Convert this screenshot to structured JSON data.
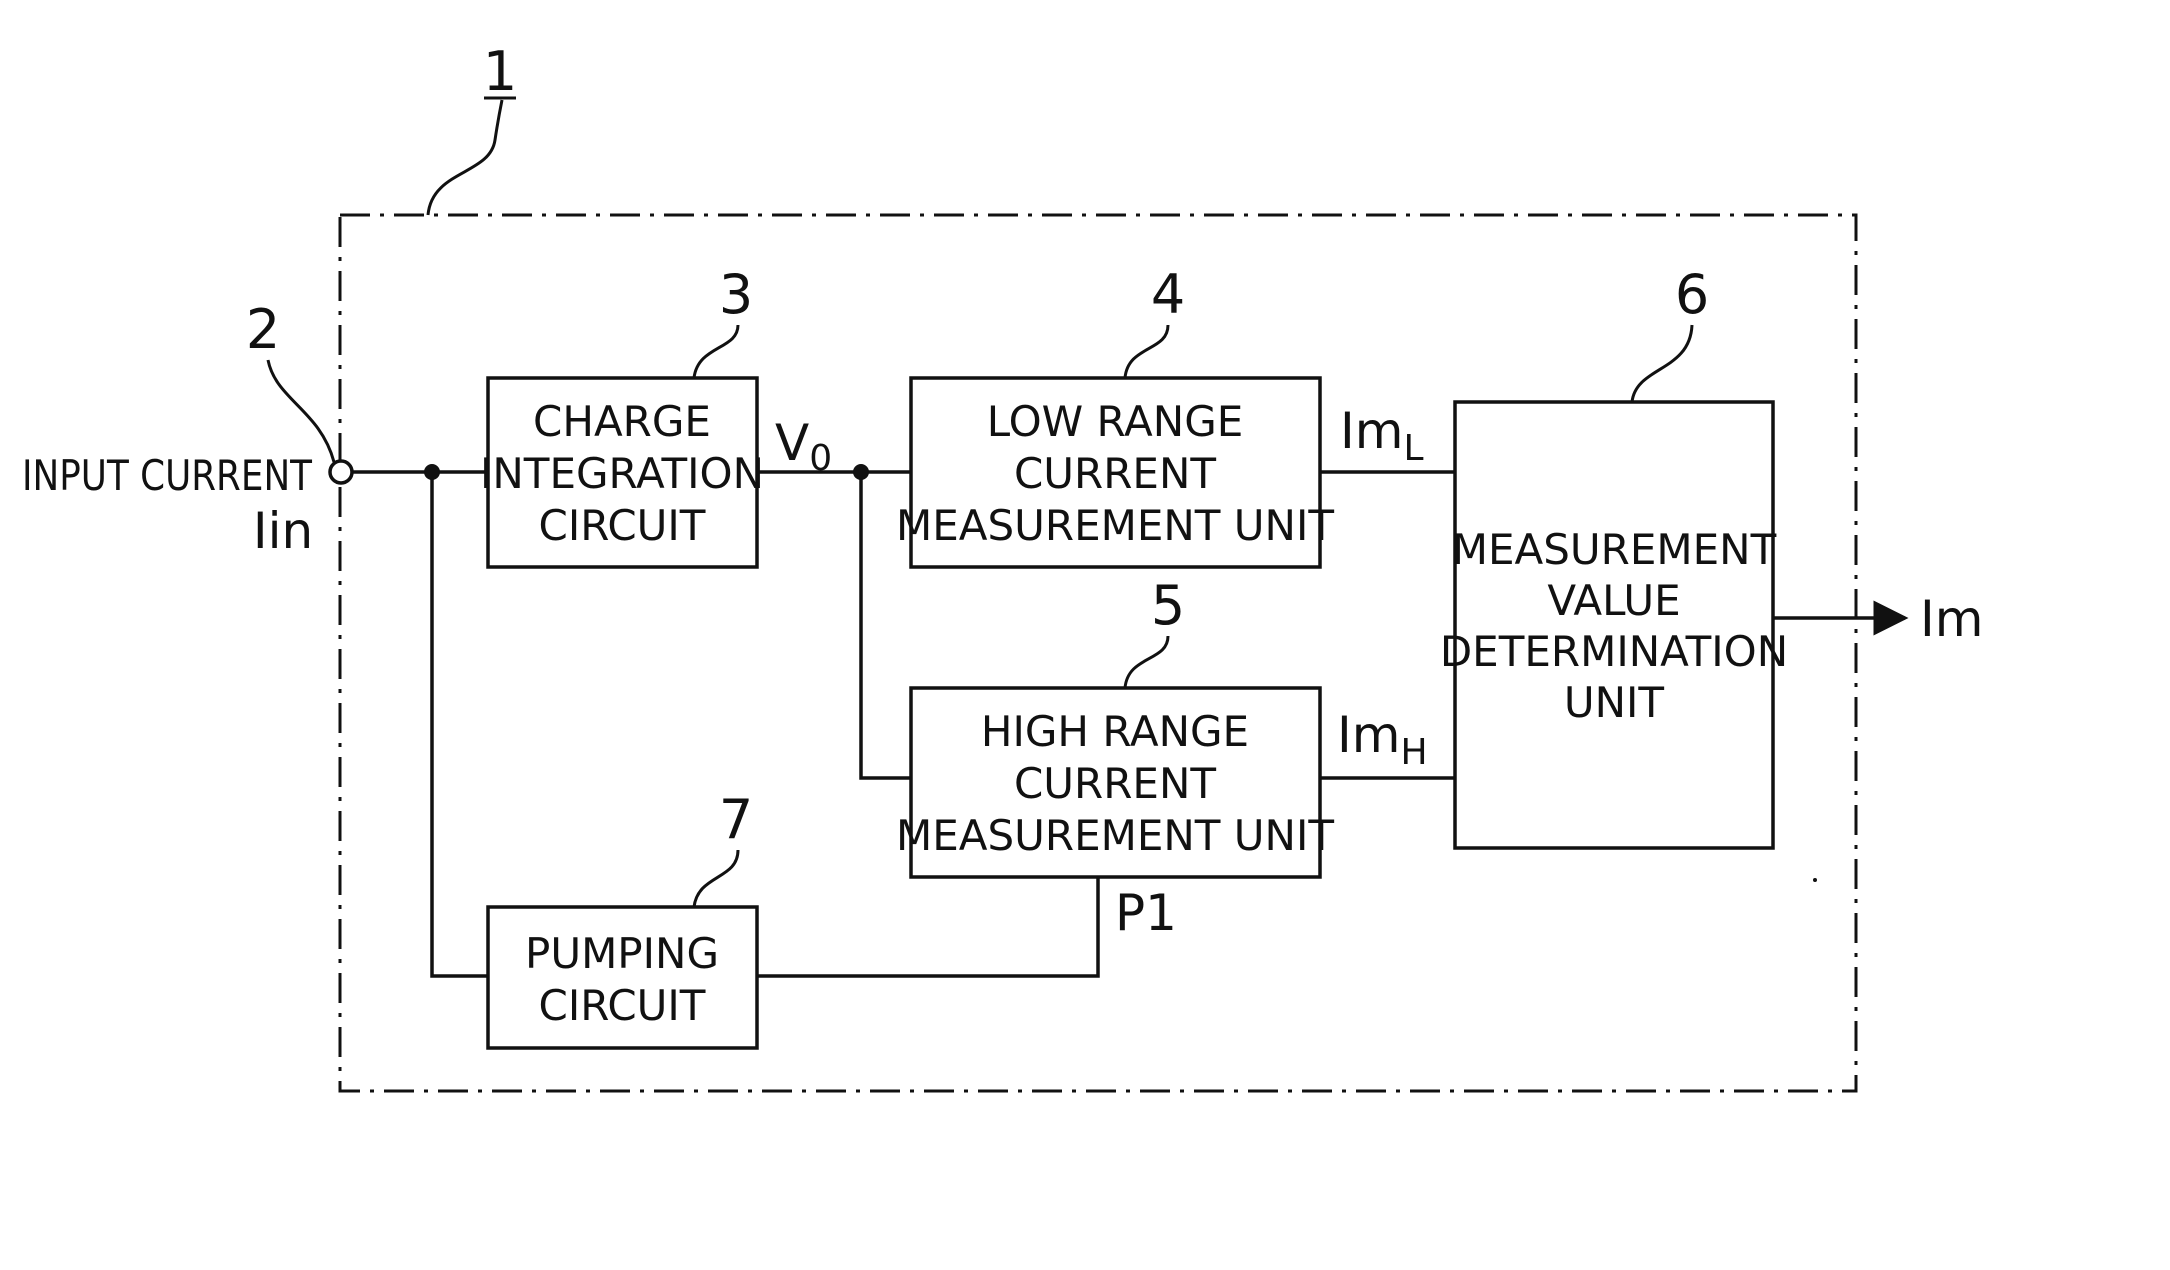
{
  "diagram": {
    "refs": {
      "device": "1",
      "input_terminal": "2",
      "charge_integration": "3",
      "low_range": "4",
      "high_range": "5",
      "determination": "6",
      "pumping": "7"
    },
    "blocks": {
      "charge_integration": [
        "CHARGE",
        "INTEGRATION",
        "CIRCUIT"
      ],
      "low_range": [
        "LOW RANGE",
        "CURRENT",
        "MEASUREMENT UNIT"
      ],
      "high_range": [
        "HIGH RANGE",
        "CURRENT",
        "MEASUREMENT UNIT"
      ],
      "determination": [
        "MEASUREMENT",
        "VALUE",
        "DETERMINATION",
        "UNIT"
      ],
      "pumping": [
        "PUMPING",
        "CIRCUIT"
      ]
    },
    "signals": {
      "input_label": "INPUT CURRENT",
      "input_symbol": "Iin",
      "v0_main": "V",
      "v0_sub": "0",
      "iml_main": "Im",
      "iml_sub": "L",
      "imh_main": "Im",
      "imh_sub": "H",
      "p1": "P1",
      "output": "Im"
    }
  }
}
